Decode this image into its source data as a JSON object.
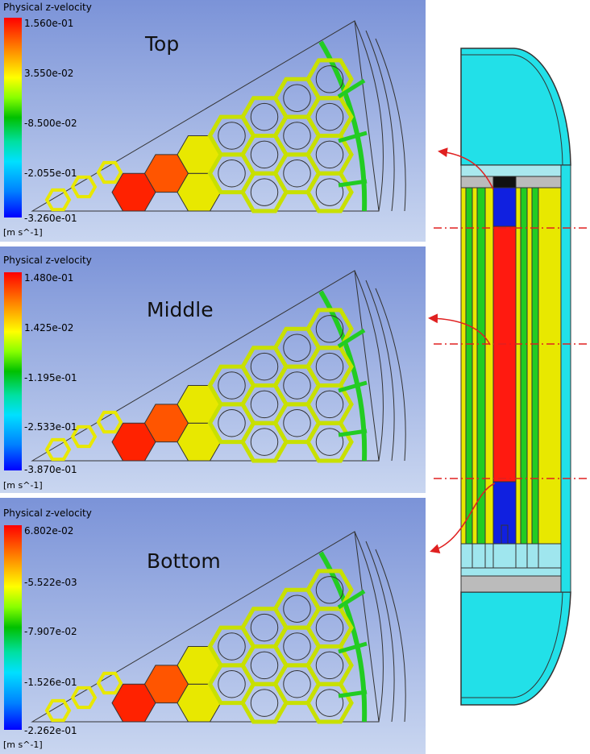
{
  "panels": [
    {
      "legend_title": "Physical z-velocity",
      "ticks": [
        "1.560e-01",
        "3.550e-02",
        "-8.500e-02",
        "-2.055e-01",
        "-3.260e-01"
      ],
      "unit": "[m s^-1]",
      "label": "Top"
    },
    {
      "legend_title": "Physical z-velocity",
      "ticks": [
        "1.480e-01",
        "1.425e-02",
        "-1.195e-01",
        "-2.533e-01",
        "-3.870e-01"
      ],
      "unit": "[m s^-1]",
      "label": "Middle"
    },
    {
      "legend_title": "Physical z-velocity",
      "ticks": [
        "6.802e-02",
        "-5.522e-03",
        "-7.907e-02",
        "-1.526e-01",
        "-2.262e-01"
      ],
      "unit": "[m s^-1]",
      "label": "Bottom"
    }
  ],
  "colors": {
    "hot": "#ff2200",
    "warm": "#ffb000",
    "mid": "#e8e800",
    "channel": "#22cc22",
    "cold": "#1030ff",
    "coolant": "#22e0e8",
    "arrow": "#e02020"
  }
}
